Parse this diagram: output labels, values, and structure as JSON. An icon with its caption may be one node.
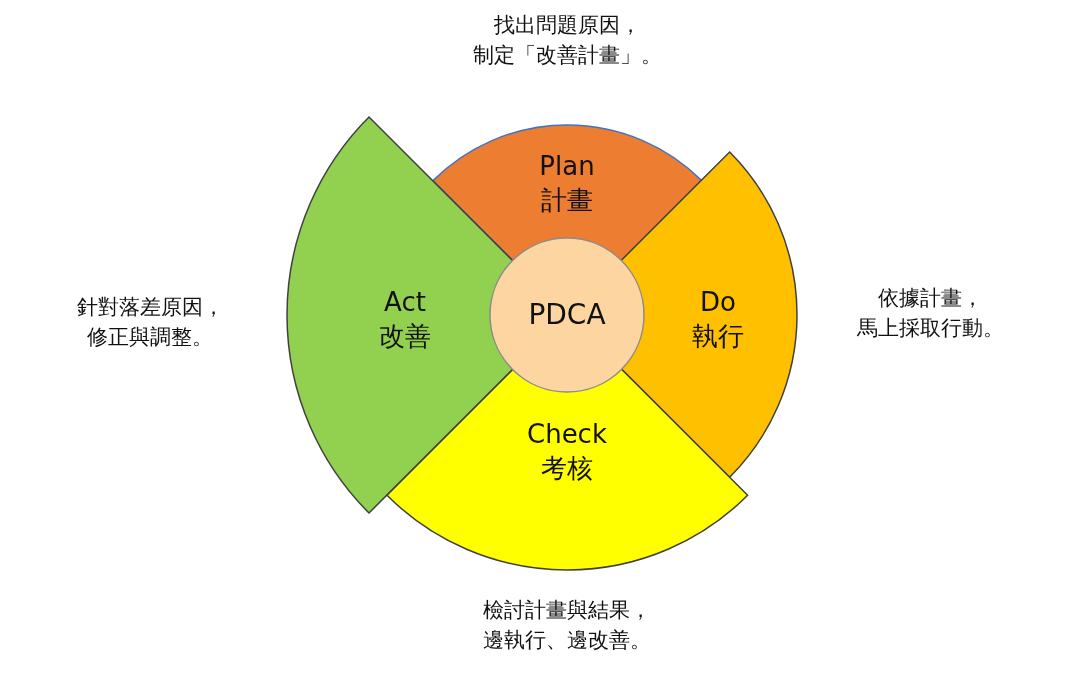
{
  "diagram": {
    "nodes": [
      {
        "text": [
          "Plan",
          "計畫"
        ],
        "beside": [
          "找出問題原因，制定「改善計畫」。"
        ]
      },
      {
        "text": [
          "Act",
          "改善"
        ],
        "beside": [
          "針對落差原因，修正與調整。"
        ]
      },
      {
        "text": [
          "PDCA"
        ]
      },
      {
        "text": [
          "Do",
          "執行"
        ],
        "beside": [
          "依據計畫，馬上採取行動。"
        ]
      },
      {
        "text": [
          "Check",
          "考核"
        ],
        "beside": [
          "檢討計畫與結果，邊執行、邊改善。"
        ]
      }
    ]
  }
}
